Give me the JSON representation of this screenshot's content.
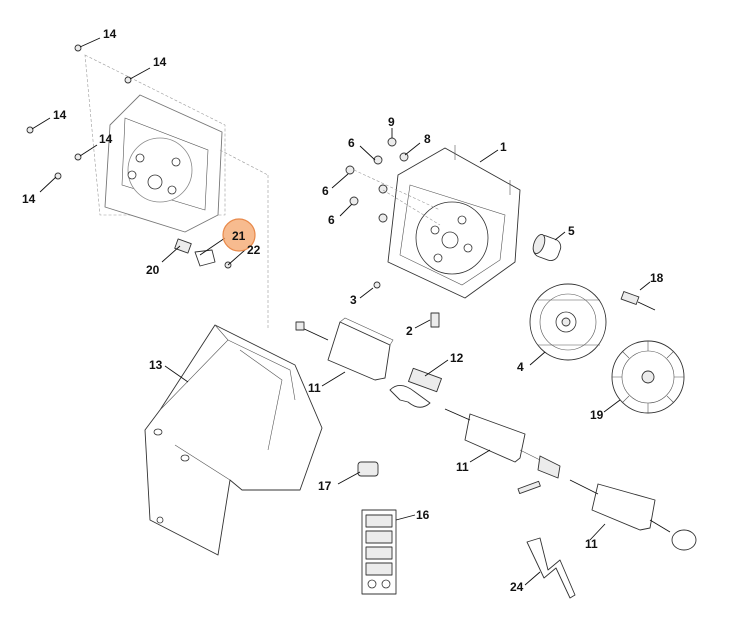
{
  "highlight_color": "#f4a46a",
  "callouts": {
    "c14a": "14",
    "c14b": "14",
    "c14c": "14",
    "c14d": "14",
    "c14e": "14",
    "c21": "21",
    "c20": "20",
    "c22": "22",
    "c13": "13",
    "c9": "9",
    "c8": "8",
    "c6a": "6",
    "c6b": "6",
    "c6c": "6",
    "c1": "1",
    "c5": "5",
    "c3": "3",
    "c2": "2",
    "c18": "18",
    "c4": "4",
    "c19": "19",
    "c11a": "11",
    "c12": "12",
    "c11b": "11",
    "c11c": "11",
    "c17": "17",
    "c16": "16",
    "c24": "24"
  }
}
